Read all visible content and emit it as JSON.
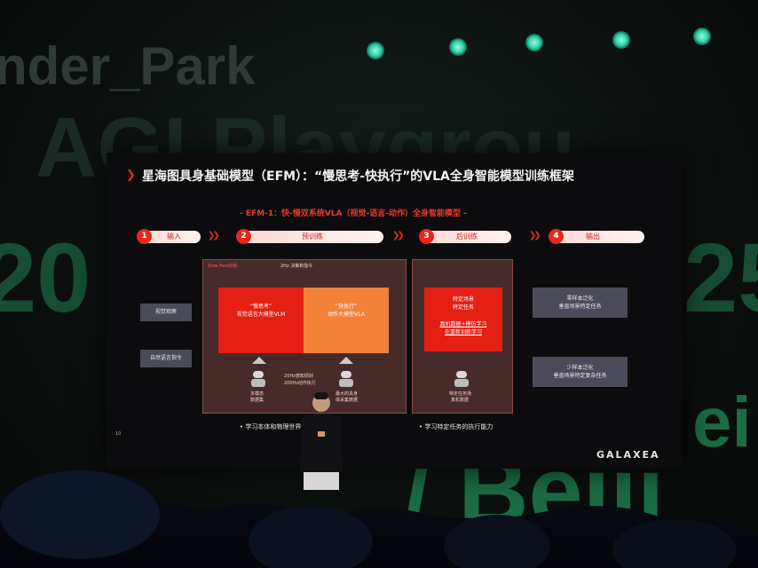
{
  "venue": {
    "wall_text_top": "nder_Park",
    "wall_text_agi": "AGI Playgrou",
    "wall_year_left": "20",
    "wall_year_right": "25",
    "wall_city": "/ Beiji",
    "wall_city_right": "ei"
  },
  "slide": {
    "title": "星海图具身基础模型（EFM）：“慢思考-快执行”的VLA全身智能模型训练框架",
    "subtitle": "- EFM-1：快-慢双系统VLA（视觉-语言-动作）全身智能模型 -",
    "steps": [
      {
        "num": "1",
        "label": "输入"
      },
      {
        "num": "2",
        "label": "预训练"
      },
      {
        "num": "3",
        "label": "后训练"
      },
      {
        "num": "4",
        "label": "输出"
      }
    ],
    "inputs": [
      "视觉观察",
      "自然语言指令"
    ],
    "pretrain": {
      "panel_tag": "Slow-Fast训练",
      "top_note": "2Hz 决策和指令",
      "slow_title": "“慢思考”",
      "slow_desc": "视觉语言大模型VLM",
      "fast_title": "“快执行”",
      "fast_desc": "动作大模型VLA",
      "bottom_note_1": "20Hz感知规划",
      "bottom_note_2": "200Hz动作执行",
      "robot_left_label_1": "多模态",
      "robot_left_label_2": "数据集",
      "robot_right_label_1": "最大的具身",
      "robot_right_label_2": "体采集数据",
      "caption": "• 学习本体和物理世界知识规则"
    },
    "posttrain": {
      "box_line_1": "特定场景",
      "box_line_2": "特定任务",
      "box_line_3": "真机数据+模仿学习",
      "box_line_4": "在重新训练学习",
      "robot_label_1": "特定任务场",
      "robot_label_2": "真机数据",
      "caption": "• 学习特定任务的执行能力"
    },
    "outputs": [
      {
        "line1": "零样本泛化",
        "line2": "垂直场景特定任务"
      },
      {
        "line1": "少样本泛化",
        "line2": "垂直场景特定复杂任务"
      }
    ],
    "page_number": "10",
    "logo": "GALAXEA"
  },
  "colors": {
    "accent_red": "#e8281c",
    "slow_box": "#e41f14",
    "fast_box": "#f2823a",
    "wall_green": "#1f6b45"
  }
}
